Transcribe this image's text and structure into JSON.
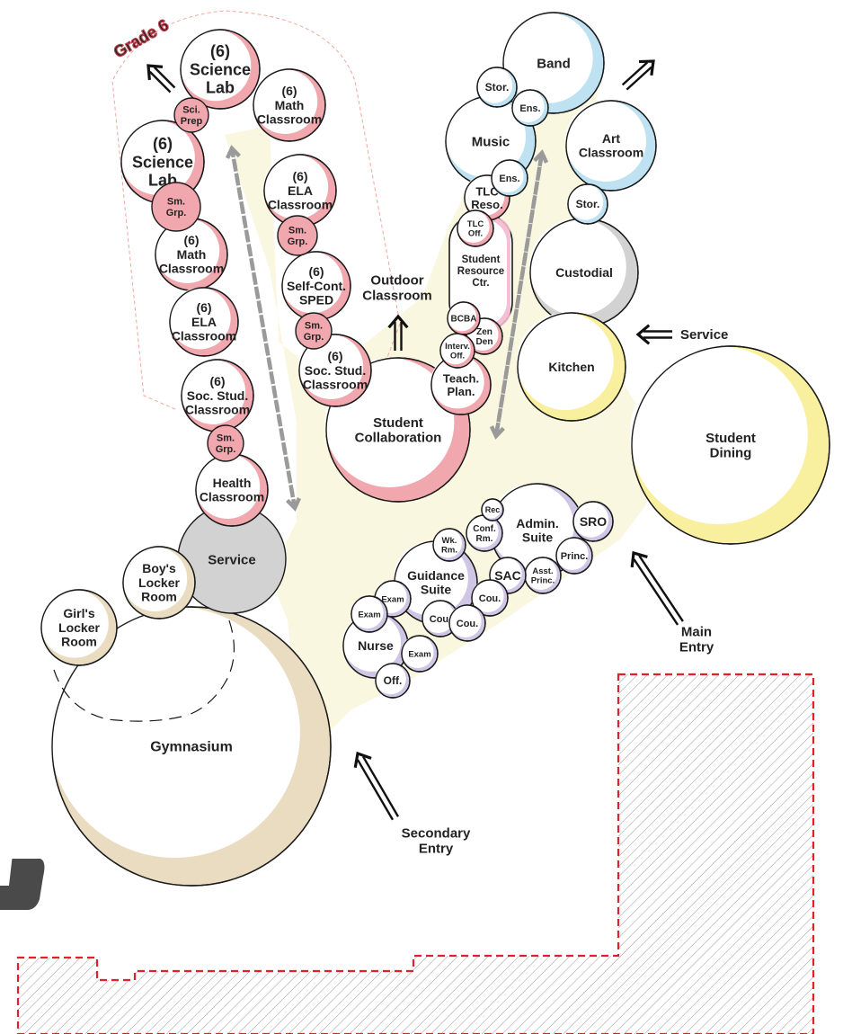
{
  "colors": {
    "grade6": "#f0a7ad",
    "music": "#bfe2f3",
    "gym": "#e9dcc0",
    "service_gray": "#d2d2d2",
    "dining_yellow": "#f8ef9f",
    "support_purple": "#cfc6e6",
    "corridor": "#faf7e0",
    "site_boundary": "#e0202a",
    "hatch": "#9a9a9a",
    "arrow_gray": "#9a9a9a"
  },
  "grade_label": "Grade 6",
  "rooms": [
    {
      "id": "sci-lab-1",
      "lines": [
        "(6)",
        "Science",
        "Lab"
      ]
    },
    {
      "id": "math-1",
      "lines": [
        "(6)",
        "Math",
        "Classroom"
      ]
    },
    {
      "id": "sci-prep",
      "lines": [
        "Sci.",
        "Prep"
      ]
    },
    {
      "id": "sci-lab-2",
      "lines": [
        "(6)",
        "Science",
        "Lab"
      ]
    },
    {
      "id": "ela-1",
      "lines": [
        "(6)",
        "ELA",
        "Classroom"
      ]
    },
    {
      "id": "sm-grp-1",
      "lines": [
        "Sm.",
        "Grp."
      ]
    },
    {
      "id": "sm-grp-2",
      "lines": [
        "Sm.",
        "Grp."
      ]
    },
    {
      "id": "math-2",
      "lines": [
        "(6)",
        "Math",
        "Classroom"
      ]
    },
    {
      "id": "sped",
      "lines": [
        "(6)",
        "Self-Cont.",
        "SPED"
      ]
    },
    {
      "id": "ela-2",
      "lines": [
        "(6)",
        "ELA",
        "Classroom"
      ]
    },
    {
      "id": "sm-grp-3",
      "lines": [
        "Sm.",
        "Grp."
      ]
    },
    {
      "id": "soc-stud-1",
      "lines": [
        "(6)",
        "Soc. Stud.",
        "Classroom"
      ]
    },
    {
      "id": "soc-stud-2",
      "lines": [
        "(6)",
        "Soc. Stud.",
        "Classroom"
      ]
    },
    {
      "id": "sm-grp-4",
      "lines": [
        "Sm.",
        "Grp."
      ]
    },
    {
      "id": "health",
      "lines": [
        "Health",
        "Classroom"
      ]
    },
    {
      "id": "service-core",
      "lines": [
        "Service"
      ]
    },
    {
      "id": "boys-locker",
      "lines": [
        "Boy's",
        "Locker",
        "Room"
      ]
    },
    {
      "id": "girls-locker",
      "lines": [
        "Girl's",
        "Locker",
        "Room"
      ]
    },
    {
      "id": "gymnasium",
      "lines": [
        "Gymnasium"
      ]
    },
    {
      "id": "student-collab",
      "lines": [
        "Student",
        "Collaboration"
      ]
    },
    {
      "id": "band",
      "lines": [
        "Band"
      ]
    },
    {
      "id": "stor-1",
      "lines": [
        "Stor."
      ]
    },
    {
      "id": "ens-1",
      "lines": [
        "Ens."
      ]
    },
    {
      "id": "music",
      "lines": [
        "Music"
      ]
    },
    {
      "id": "ens-2",
      "lines": [
        "Ens."
      ]
    },
    {
      "id": "tlc-reso",
      "lines": [
        "TLC",
        "Reso."
      ]
    },
    {
      "id": "tlc-off",
      "lines": [
        "TLC",
        "Off."
      ]
    },
    {
      "id": "student-resource",
      "lines": [
        "Student",
        "Resource",
        "Ctr."
      ]
    },
    {
      "id": "bcba",
      "lines": [
        "BCBA"
      ]
    },
    {
      "id": "zen-den",
      "lines": [
        "Zen",
        "Den"
      ]
    },
    {
      "id": "interv-off",
      "lines": [
        "Interv.",
        "Off."
      ]
    },
    {
      "id": "teach-plan",
      "lines": [
        "Teach.",
        "Plan."
      ]
    },
    {
      "id": "art",
      "lines": [
        "Art",
        "Classroom"
      ]
    },
    {
      "id": "stor-2",
      "lines": [
        "Stor."
      ]
    },
    {
      "id": "custodial",
      "lines": [
        "Custodial"
      ]
    },
    {
      "id": "kitchen",
      "lines": [
        "Kitchen"
      ]
    },
    {
      "id": "student-dining",
      "lines": [
        "Student",
        "Dining"
      ]
    },
    {
      "id": "admin-suite",
      "lines": [
        "Admin.",
        "Suite"
      ]
    },
    {
      "id": "rec",
      "lines": [
        "Rec"
      ]
    },
    {
      "id": "conf-rm",
      "lines": [
        "Conf.",
        "Rm."
      ]
    },
    {
      "id": "sro",
      "lines": [
        "SRO"
      ]
    },
    {
      "id": "princ",
      "lines": [
        "Princ."
      ]
    },
    {
      "id": "asst-princ",
      "lines": [
        "Asst.",
        "Princ."
      ]
    },
    {
      "id": "sac",
      "lines": [
        "SAC"
      ]
    },
    {
      "id": "guidance",
      "lines": [
        "Guidance",
        "Suite"
      ]
    },
    {
      "id": "wk-rm",
      "lines": [
        "Wk.",
        "Rm."
      ]
    },
    {
      "id": "cou-1",
      "lines": [
        "Cou."
      ]
    },
    {
      "id": "cou-2",
      "lines": [
        "Cou."
      ]
    },
    {
      "id": "cou-3",
      "lines": [
        "Cou."
      ]
    },
    {
      "id": "exam-1",
      "lines": [
        "Exam"
      ]
    },
    {
      "id": "exam-2",
      "lines": [
        "Exam"
      ]
    },
    {
      "id": "nurse",
      "lines": [
        "Nurse"
      ]
    },
    {
      "id": "exam-3",
      "lines": [
        "Exam"
      ]
    },
    {
      "id": "off",
      "lines": [
        "Off."
      ]
    }
  ],
  "callouts": [
    {
      "id": "outdoor-classroom",
      "lines": [
        "Outdoor",
        "Classroom"
      ]
    },
    {
      "id": "service-entry",
      "lines": [
        "Service"
      ]
    },
    {
      "id": "main-entry",
      "lines": [
        "Main",
        "Entry"
      ]
    },
    {
      "id": "secondary-entry",
      "lines": [
        "Secondary",
        "Entry"
      ]
    }
  ]
}
